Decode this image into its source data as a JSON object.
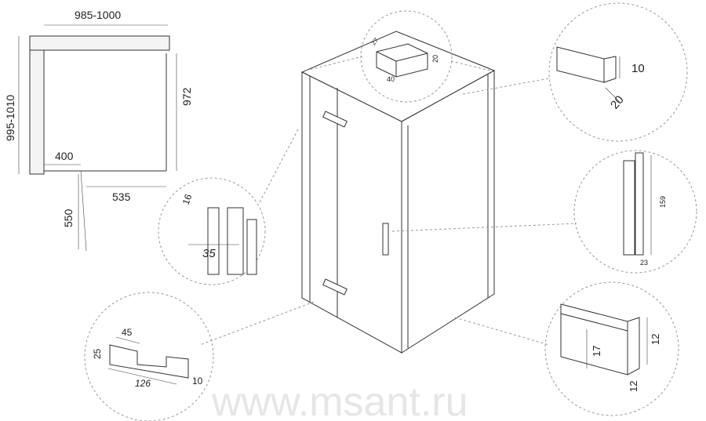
{
  "plan": {
    "width_label": "985-1000",
    "depth_label": "995-1010",
    "side_label": "972",
    "door_label": "400",
    "fixed_label": "535",
    "swing_label": "550"
  },
  "bracket": {
    "a": "27",
    "b": "20",
    "c": "40"
  },
  "profile_top": {
    "a": "10",
    "b": "20"
  },
  "wall_profile": {
    "a": "16",
    "b": "35"
  },
  "handle": {
    "a": "159",
    "b": "23"
  },
  "hinge": {
    "a": "45",
    "b": "25",
    "c": "126",
    "d": "10"
  },
  "bottom_profile": {
    "a": "17",
    "b": "12",
    "c": "12"
  },
  "watermark": "www.msant.ru"
}
